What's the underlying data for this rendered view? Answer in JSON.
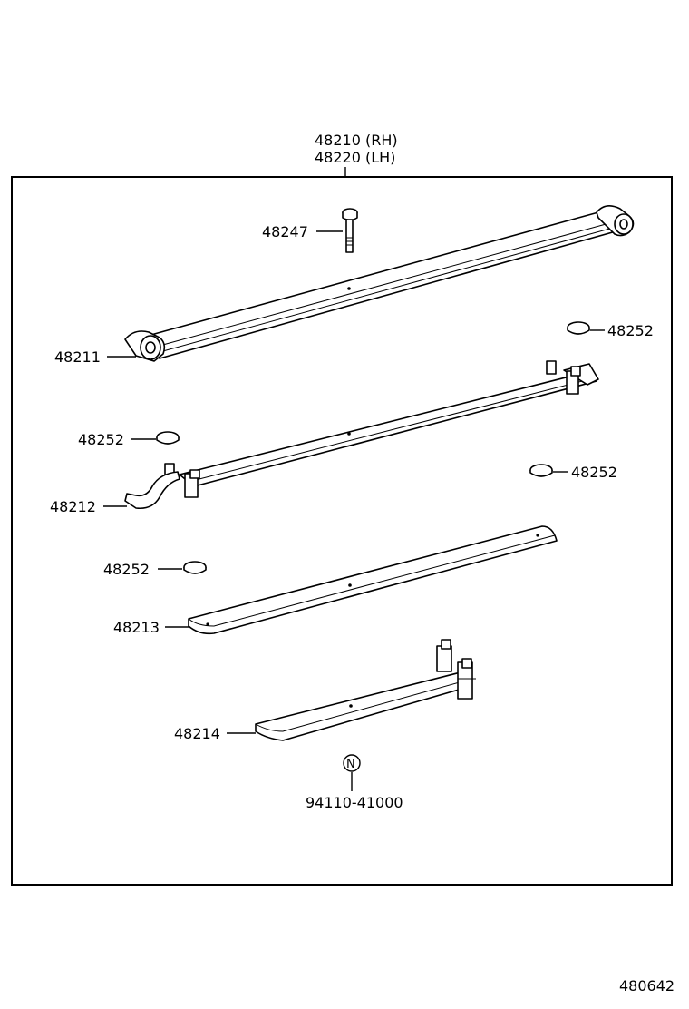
{
  "assembly": {
    "part_rh": "48210 (RH)",
    "part_lh": "48220 (LH)"
  },
  "labels": {
    "bolt": "48247",
    "main_leaf": "48211",
    "insert_1": "48252",
    "insert_2": "48252",
    "insert_3": "48252",
    "insert_4": "48252",
    "leaf_2": "48212",
    "leaf_3": "48213",
    "leaf_4": "48214",
    "nut_code": "N",
    "nut": "94110-41000"
  },
  "illustration_id": "480642"
}
